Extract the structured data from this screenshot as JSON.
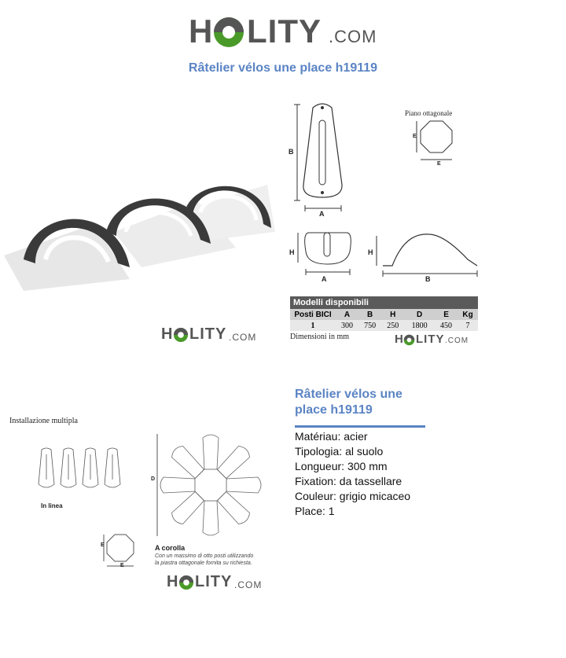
{
  "brand": {
    "logo_text_1": "H",
    "logo_text_2": "LITY",
    "logo_suffix": ".COM"
  },
  "page_title": "Râtelier vélos une place h19119",
  "drawing_labels": {
    "dim_A": "A",
    "dim_B": "B",
    "dim_H": "H",
    "dim_E": "E",
    "dim_D": "D",
    "octagon_title": "Piano ottagonale",
    "install_title": "Installazione multipla",
    "in_line": "In linea",
    "corolla": "A corolla",
    "corolla_note_1": "Con un massimo di otto posti utilizzando",
    "corolla_note_2": "la piastra ottagonale fornita su richiesta."
  },
  "spec_table": {
    "header": "Modelli disponibili",
    "columns": [
      "Posti BICI",
      "A",
      "B",
      "H",
      "D",
      "E",
      "Kg"
    ],
    "rows": [
      [
        "1",
        "300",
        "750",
        "250",
        "1800",
        "450",
        "7"
      ]
    ],
    "footer": "Dimensioni in mm"
  },
  "specs": {
    "title": "Râtelier vélos une place h19119",
    "items": [
      "Matériau: acier",
      "Tipologia: al suolo",
      "Longueur: 300 mm",
      "Fixation: da tassellare",
      "Couleur: grigio micaceo",
      "Place: 1"
    ]
  },
  "colors": {
    "accent": "#5b84c4",
    "logo_green": "#4a9a2a",
    "logo_gray": "#555555",
    "table_header": "#5a5a5a"
  }
}
